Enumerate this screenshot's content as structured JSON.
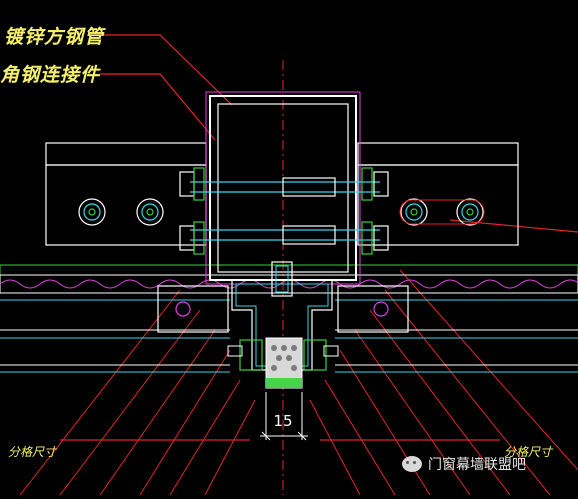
{
  "labels": {
    "steel_tube": "镀锌方钢管",
    "angle_connector": "角钢连接件",
    "grid_left": "分格尺寸",
    "grid_right": "分格尺寸",
    "joint_width": "15"
  },
  "watermark": {
    "text": "门窗幕墙联盟吧",
    "icon": "wechat-icon"
  },
  "colors": {
    "background": "#000000",
    "label_yellow": "#f4f06a",
    "leader_red": "#e0262a",
    "outline_white": "#ffffff",
    "cyan": "#35d7e8",
    "magenta": "#e43ee0",
    "green": "#39d23a"
  }
}
